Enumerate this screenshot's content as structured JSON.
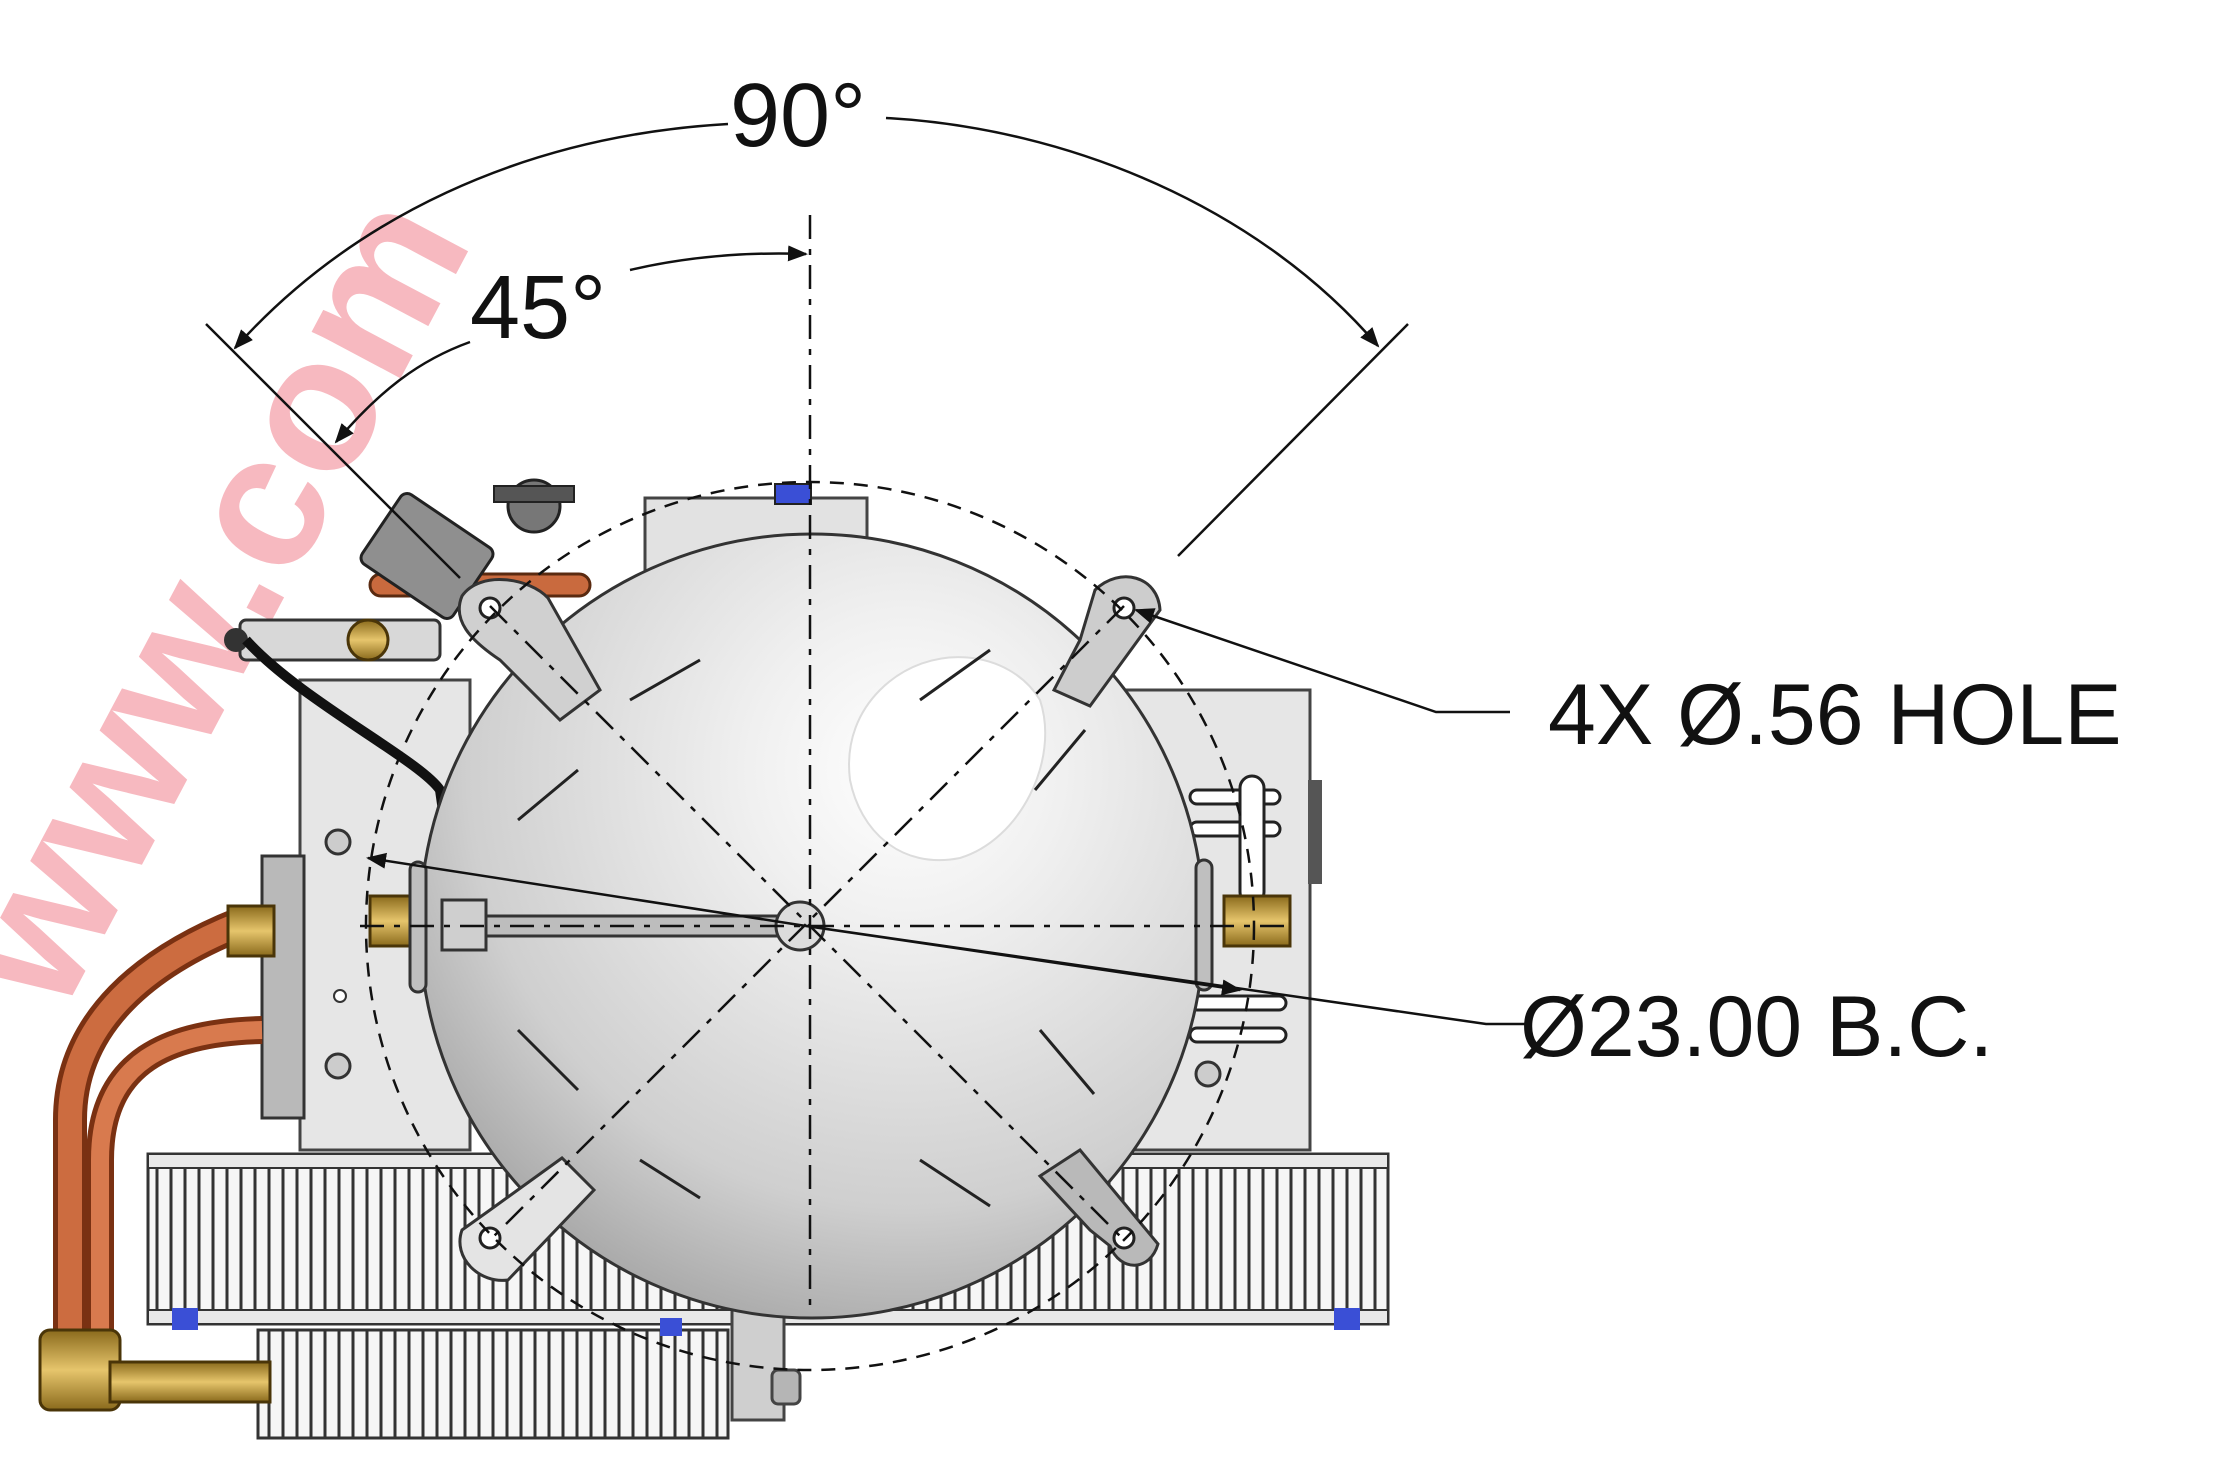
{
  "watermark": {
    "text": "www.com",
    "color": "#f7b9c0"
  },
  "dimensions": {
    "angle_total": "90°",
    "angle_half": "45°"
  },
  "callouts": {
    "holes": "4X Ø.56 HOLE",
    "bolt_circle": "Ø23.00 B.C."
  },
  "colors": {
    "tank": "#d4d4d4",
    "copper": "#c0663e",
    "brass": "#c9a34a",
    "frame": "#e4e4e4",
    "accent_blue": "#3a4fd6"
  }
}
